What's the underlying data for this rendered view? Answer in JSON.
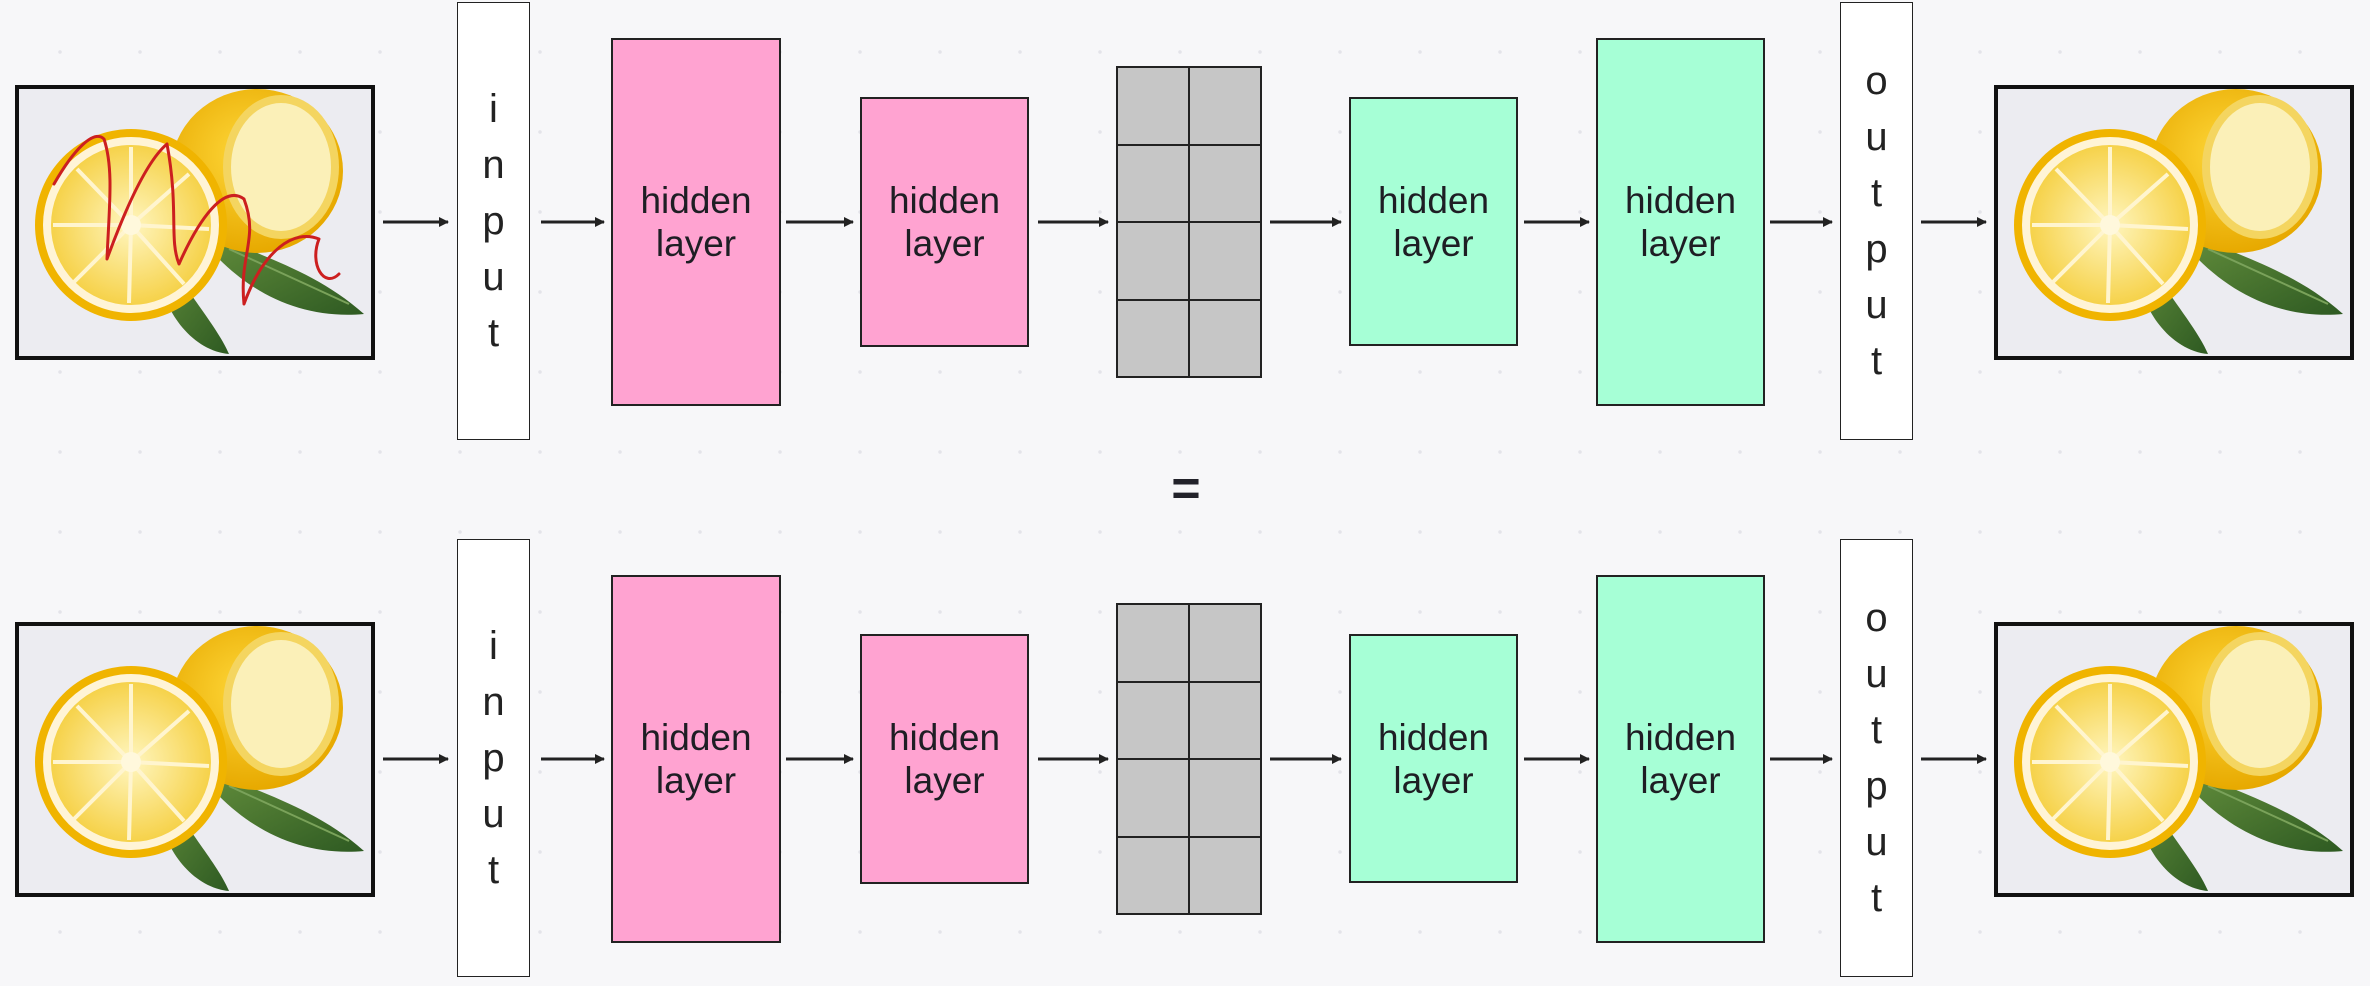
{
  "colors": {
    "encoder_layer": "#ffa3d1",
    "decoder_layer": "#a6ffd6",
    "latent_cell": "#c6c6c6",
    "scribble": "#cc1f1f"
  },
  "equals_sign": "=",
  "rows": [
    {
      "input_image": "lemon-with-red-scribble",
      "input_label": [
        "i",
        "n",
        "p",
        "u",
        "t"
      ],
      "hidden_layers": [
        "hidden\nlayer",
        "hidden\nlayer",
        "hidden\nlayer",
        "hidden\nlayer"
      ],
      "output_label": [
        "o",
        "u",
        "t",
        "p",
        "u",
        "t"
      ],
      "output_image": "lemon-clean"
    },
    {
      "input_image": "lemon-clean",
      "input_label": [
        "i",
        "n",
        "p",
        "u",
        "t"
      ],
      "hidden_layers": [
        "hidden\nlayer",
        "hidden\nlayer",
        "hidden\nlayer",
        "hidden\nlayer"
      ],
      "output_label": [
        "o",
        "u",
        "t",
        "p",
        "u",
        "t"
      ],
      "output_image": "lemon-clean"
    }
  ]
}
